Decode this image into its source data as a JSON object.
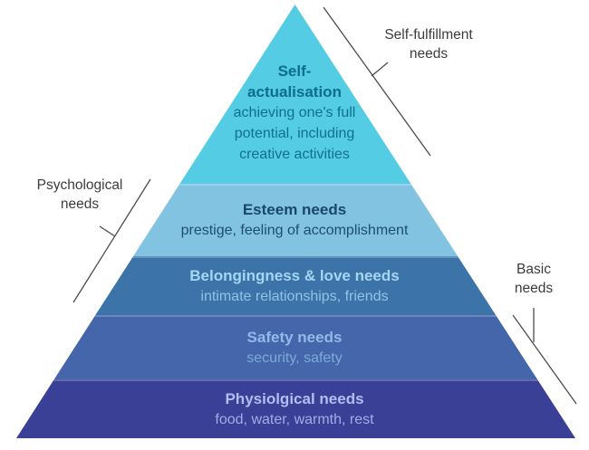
{
  "pyramid": {
    "tiers": [
      {
        "name": "self-actualisation",
        "title": "Self-\nactualisation",
        "subtitle": "achieving one's full\npotential, including\ncreative activities",
        "bg": "#53cce4",
        "title_color": "#0e6d8c",
        "subtitle_color": "#11708f"
      },
      {
        "name": "esteem",
        "title": "Esteem needs",
        "subtitle": "prestige, feeling of accomplishment",
        "bg": "#83c3e2",
        "title_color": "#1a486d",
        "subtitle_color": "#1d4d72"
      },
      {
        "name": "belongingness-love",
        "title": "Belongingness & love needs",
        "subtitle": "intimate relationships, friends",
        "bg": "#3c73a9",
        "title_color": "#a7d6f3",
        "subtitle_color": "#8fc4e6"
      },
      {
        "name": "safety",
        "title": "Safety needs",
        "subtitle": "security, safety",
        "bg": "#4566aa",
        "title_color": "#92b9e8",
        "subtitle_color": "#7fa9d9"
      },
      {
        "name": "physiological",
        "title": "Physiolgical needs",
        "subtitle": "food, water, warmth, rest",
        "bg": "#3a4096",
        "title_color": "#b2bdf0",
        "subtitle_color": "#a0ace8"
      }
    ]
  },
  "callouts": {
    "self_fulfillment": {
      "label": "Self-fulfillment\nneeds",
      "color": "#3c3c3c"
    },
    "psychological": {
      "label": "Psychological\nneeds",
      "color": "#3c3c3c"
    },
    "basic": {
      "label": "Basic\nneeds",
      "color": "#3c3c3c"
    }
  },
  "line_color": "#4c4c4c"
}
